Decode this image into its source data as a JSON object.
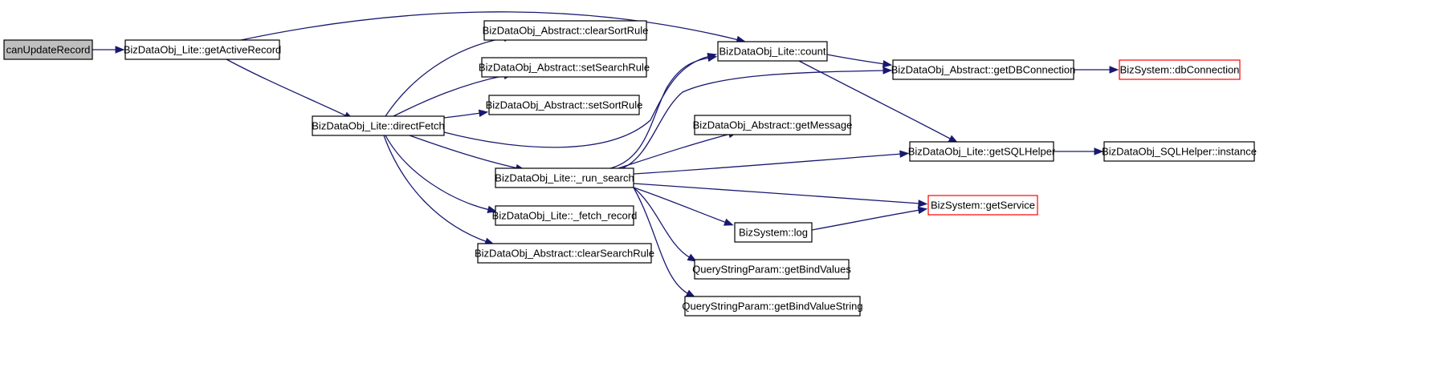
{
  "graph": {
    "colors": {
      "edge": "#191970",
      "root_fill": "#bfbfbf",
      "node_border": "#000000",
      "truncated_border": "#ff0000"
    },
    "nodes": [
      {
        "id": "canUpdateRecord",
        "label": "canUpdateRecord",
        "style": "root"
      },
      {
        "id": "getActiveRecord",
        "label": "BizDataObj_Lite::getActiveRecord",
        "style": "normal"
      },
      {
        "id": "directFetch",
        "label": "BizDataObj_Lite::directFetch",
        "style": "normal"
      },
      {
        "id": "clearSortRule",
        "label": "BizDataObj_Abstract::clearSortRule",
        "style": "normal"
      },
      {
        "id": "setSearchRule",
        "label": "BizDataObj_Abstract::setSearchRule",
        "style": "normal"
      },
      {
        "id": "setSortRule",
        "label": "BizDataObj_Abstract::setSortRule",
        "style": "normal"
      },
      {
        "id": "count",
        "label": "BizDataObj_Lite::count",
        "style": "normal"
      },
      {
        "id": "runSearch",
        "label": "BizDataObj_Lite::_run_search",
        "style": "normal"
      },
      {
        "id": "fetchRecord",
        "label": "BizDataObj_Lite::_fetch_record",
        "style": "normal"
      },
      {
        "id": "clearSearchRule",
        "label": "BizDataObj_Abstract::clearSearchRule",
        "style": "normal"
      },
      {
        "id": "getDBConnection",
        "label": "BizDataObj_Abstract::getDBConnection",
        "style": "normal"
      },
      {
        "id": "getMessage",
        "label": "BizDataObj_Abstract::getMessage",
        "style": "normal"
      },
      {
        "id": "getSQLHelper",
        "label": "BizDataObj_Lite::getSQLHelper",
        "style": "normal"
      },
      {
        "id": "dbConnection",
        "label": "BizSystem::dbConnection",
        "style": "truncated"
      },
      {
        "id": "sqlHelperInstance",
        "label": "BizDataObj_SQLHelper::instance",
        "style": "normal"
      },
      {
        "id": "getService",
        "label": "BizSystem::getService",
        "style": "truncated"
      },
      {
        "id": "log",
        "label": "BizSystem::log",
        "style": "normal"
      },
      {
        "id": "getBindValues",
        "label": "QueryStringParam::getBindValues",
        "style": "normal"
      },
      {
        "id": "getBindValueString",
        "label": "QueryStringParam::getBindValueString",
        "style": "normal"
      }
    ],
    "edges": [
      {
        "from": "canUpdateRecord",
        "to": "getActiveRecord"
      },
      {
        "from": "getActiveRecord",
        "to": "count"
      },
      {
        "from": "getActiveRecord",
        "to": "directFetch"
      },
      {
        "from": "directFetch",
        "to": "clearSortRule"
      },
      {
        "from": "directFetch",
        "to": "setSearchRule"
      },
      {
        "from": "directFetch",
        "to": "setSortRule"
      },
      {
        "from": "directFetch",
        "to": "count"
      },
      {
        "from": "directFetch",
        "to": "runSearch"
      },
      {
        "from": "directFetch",
        "to": "fetchRecord"
      },
      {
        "from": "directFetch",
        "to": "clearSearchRule"
      },
      {
        "from": "count",
        "to": "getDBConnection"
      },
      {
        "from": "count",
        "to": "getSQLHelper"
      },
      {
        "from": "runSearch",
        "to": "count"
      },
      {
        "from": "runSearch",
        "to": "getDBConnection"
      },
      {
        "from": "runSearch",
        "to": "getMessage"
      },
      {
        "from": "runSearch",
        "to": "getSQLHelper"
      },
      {
        "from": "runSearch",
        "to": "getService"
      },
      {
        "from": "runSearch",
        "to": "log"
      },
      {
        "from": "runSearch",
        "to": "getBindValues"
      },
      {
        "from": "runSearch",
        "to": "getBindValueString"
      },
      {
        "from": "getDBConnection",
        "to": "dbConnection"
      },
      {
        "from": "getSQLHelper",
        "to": "sqlHelperInstance"
      },
      {
        "from": "log",
        "to": "getService"
      }
    ]
  }
}
